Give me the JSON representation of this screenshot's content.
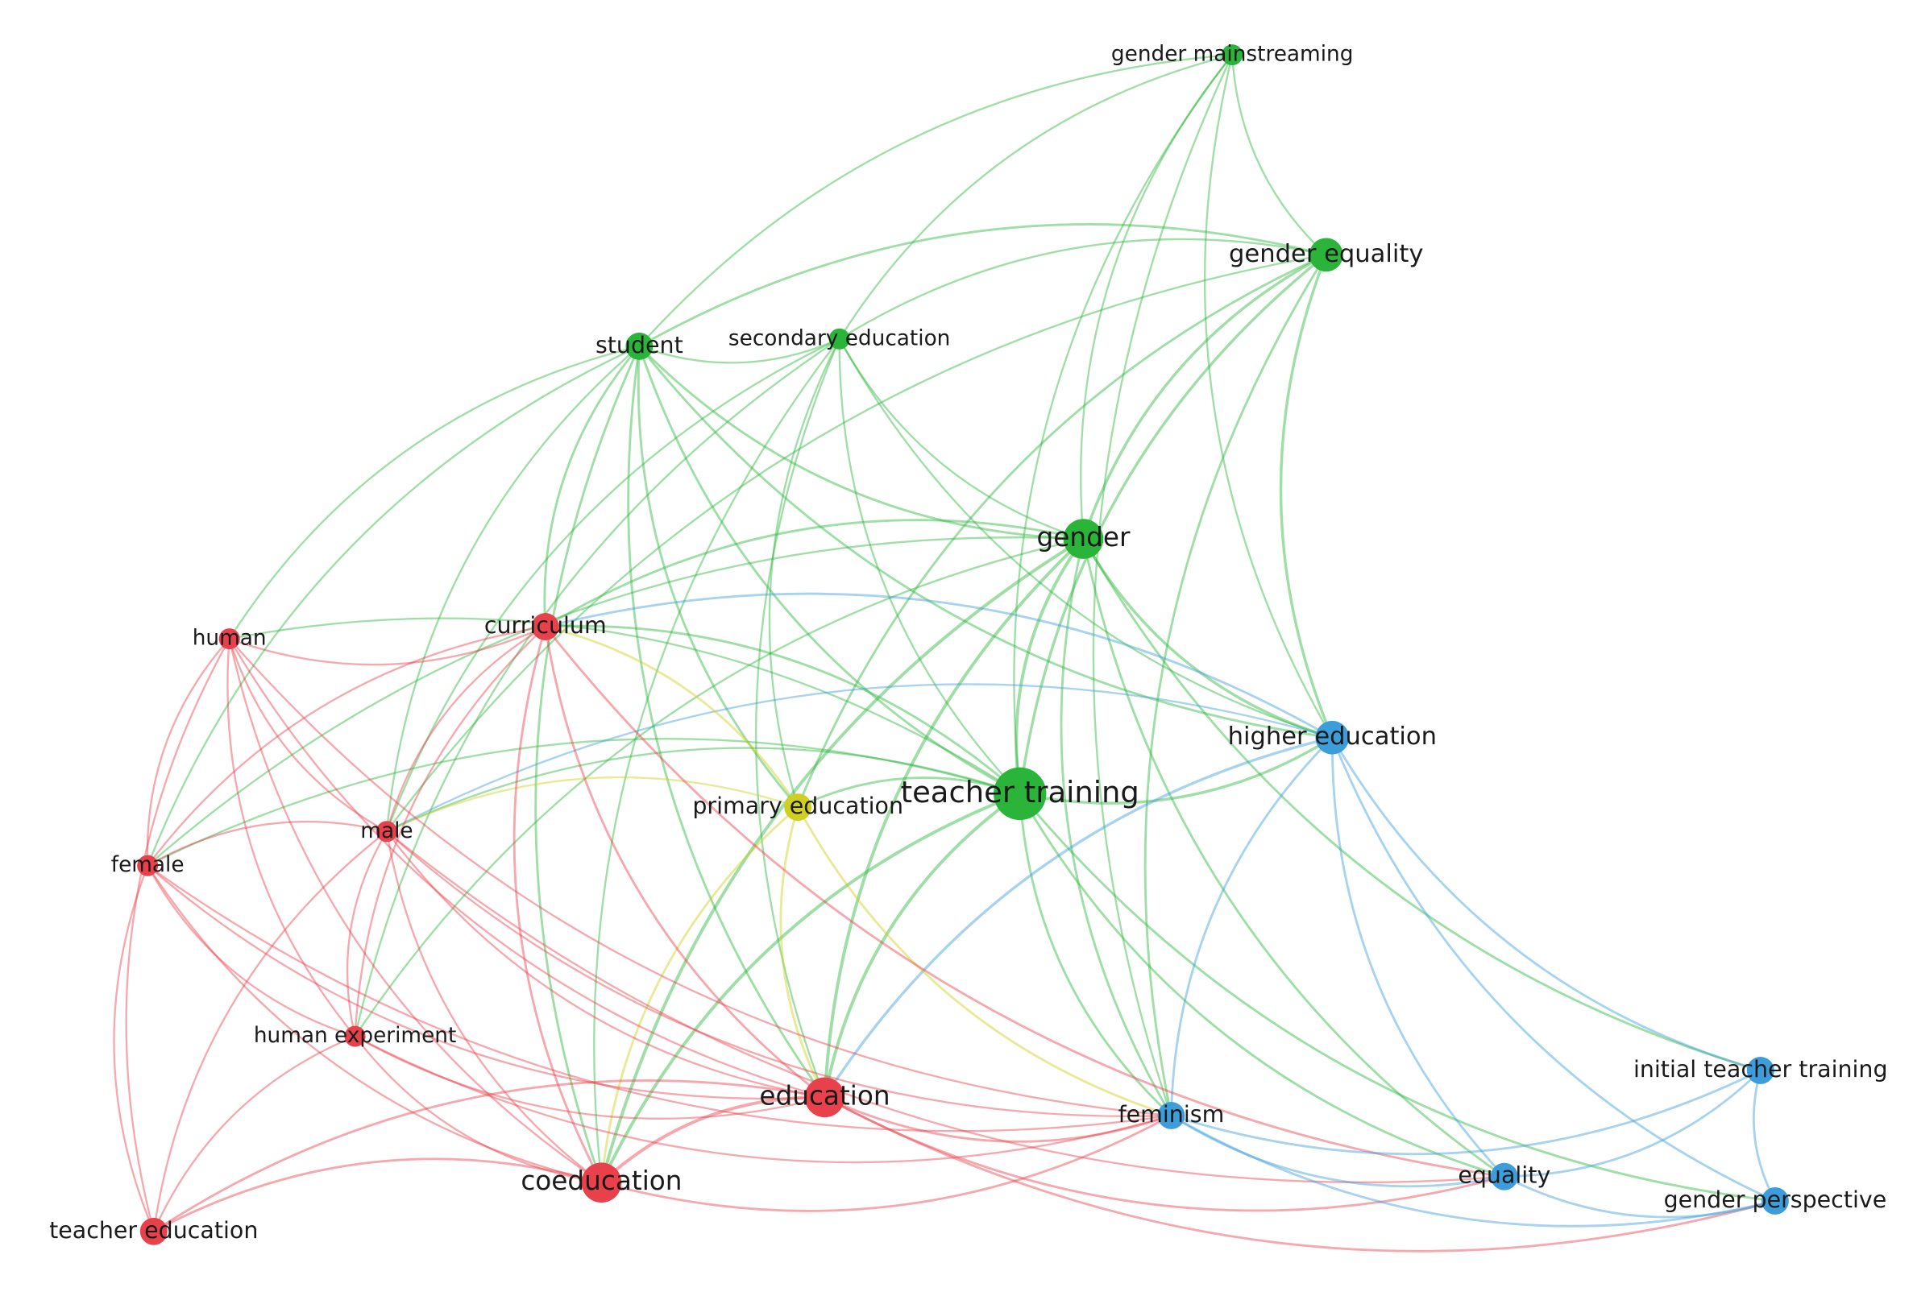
{
  "title": "Keyword co-occurrence network",
  "colors": {
    "red": "#e8414b",
    "green": "#2ab53a",
    "blue": "#3d9ddb",
    "yellow": "#cfcf1f"
  },
  "nodes": [
    {
      "id": "gender_mainstreaming",
      "label": "gender mainstreaming",
      "cluster": "green",
      "weight": 1
    },
    {
      "id": "gender_equality",
      "label": "gender equality",
      "cluster": "green",
      "weight": 3
    },
    {
      "id": "student",
      "label": "student",
      "cluster": "green",
      "weight": 2
    },
    {
      "id": "secondary_education",
      "label": "secondary education",
      "cluster": "green",
      "weight": 1
    },
    {
      "id": "gender",
      "label": "gender",
      "cluster": "green",
      "weight": 4
    },
    {
      "id": "teacher_training",
      "label": "teacher training",
      "cluster": "green",
      "weight": 6
    },
    {
      "id": "higher_education",
      "label": "higher education",
      "cluster": "blue",
      "weight": 3
    },
    {
      "id": "primary_education",
      "label": "primary education",
      "cluster": "yellow",
      "weight": 2
    },
    {
      "id": "human",
      "label": "human",
      "cluster": "red",
      "weight": 1
    },
    {
      "id": "curriculum",
      "label": "curriculum",
      "cluster": "red",
      "weight": 2
    },
    {
      "id": "male",
      "label": "male",
      "cluster": "red",
      "weight": 1
    },
    {
      "id": "female",
      "label": "female",
      "cluster": "red",
      "weight": 1
    },
    {
      "id": "human_experiment",
      "label": "human experiment",
      "cluster": "red",
      "weight": 1
    },
    {
      "id": "education",
      "label": "education",
      "cluster": "red",
      "weight": 4
    },
    {
      "id": "coeducation",
      "label": "coeducation",
      "cluster": "red",
      "weight": 4
    },
    {
      "id": "teacher_education",
      "label": "teacher education",
      "cluster": "red",
      "weight": 2
    },
    {
      "id": "feminism",
      "label": "feminism",
      "cluster": "blue",
      "weight": 2
    },
    {
      "id": "equality",
      "label": "equality",
      "cluster": "blue",
      "weight": 2
    },
    {
      "id": "initial_teacher_training",
      "label": "initial teacher training",
      "cluster": "blue",
      "weight": 2
    },
    {
      "id": "gender_perspective",
      "label": "gender perspective",
      "cluster": "blue",
      "weight": 2
    }
  ],
  "links": [
    [
      "gender_mainstreaming",
      "gender_equality"
    ],
    [
      "gender_mainstreaming",
      "student"
    ],
    [
      "gender_mainstreaming",
      "secondary_education"
    ],
    [
      "gender_mainstreaming",
      "gender"
    ],
    [
      "gender_mainstreaming",
      "teacher_training"
    ],
    [
      "gender_mainstreaming",
      "feminism"
    ],
    [
      "gender_mainstreaming",
      "higher_education"
    ],
    [
      "gender_equality",
      "student"
    ],
    [
      "gender_equality",
      "secondary_education"
    ],
    [
      "gender_equality",
      "gender"
    ],
    [
      "gender_equality",
      "teacher_training"
    ],
    [
      "gender_equality",
      "higher_education"
    ],
    [
      "gender_equality",
      "male"
    ],
    [
      "gender_equality",
      "primary_education"
    ],
    [
      "gender_equality",
      "feminism"
    ],
    [
      "student",
      "secondary_education"
    ],
    [
      "student",
      "gender"
    ],
    [
      "student",
      "teacher_training"
    ],
    [
      "student",
      "human"
    ],
    [
      "student",
      "male"
    ],
    [
      "student",
      "female"
    ],
    [
      "student",
      "coeducation"
    ],
    [
      "student",
      "education"
    ],
    [
      "student",
      "higher_education"
    ],
    [
      "student",
      "primary_education"
    ],
    [
      "student",
      "curriculum"
    ],
    [
      "secondary_education",
      "gender"
    ],
    [
      "secondary_education",
      "teacher_training"
    ],
    [
      "secondary_education",
      "education"
    ],
    [
      "secondary_education",
      "coeducation"
    ],
    [
      "secondary_education",
      "higher_education"
    ],
    [
      "secondary_education",
      "male"
    ],
    [
      "secondary_education",
      "human_experiment"
    ],
    [
      "secondary_education",
      "primary_education"
    ],
    [
      "gender",
      "teacher_training"
    ],
    [
      "gender",
      "higher_education"
    ],
    [
      "gender",
      "curriculum"
    ],
    [
      "gender",
      "education"
    ],
    [
      "gender",
      "coeducation"
    ],
    [
      "gender",
      "feminism"
    ],
    [
      "gender",
      "equality"
    ],
    [
      "gender",
      "female"
    ],
    [
      "gender",
      "human_experiment"
    ],
    [
      "gender",
      "initial_teacher_training"
    ],
    [
      "teacher_training",
      "higher_education"
    ],
    [
      "teacher_training",
      "primary_education"
    ],
    [
      "teacher_training",
      "education"
    ],
    [
      "teacher_training",
      "coeducation"
    ],
    [
      "teacher_training",
      "feminism"
    ],
    [
      "teacher_training",
      "equality"
    ],
    [
      "teacher_training",
      "human"
    ],
    [
      "teacher_training",
      "male"
    ],
    [
      "teacher_training",
      "female"
    ],
    [
      "teacher_training",
      "curriculum"
    ],
    [
      "teacher_training",
      "gender_perspective"
    ],
    [
      "higher_education",
      "feminism"
    ],
    [
      "higher_education",
      "equality"
    ],
    [
      "higher_education",
      "initial_teacher_training"
    ],
    [
      "higher_education",
      "gender_perspective"
    ],
    [
      "higher_education",
      "curriculum"
    ],
    [
      "higher_education",
      "male"
    ],
    [
      "higher_education",
      "education"
    ],
    [
      "primary_education",
      "male"
    ],
    [
      "primary_education",
      "education"
    ],
    [
      "primary_education",
      "coeducation"
    ],
    [
      "primary_education",
      "curriculum"
    ],
    [
      "primary_education",
      "feminism"
    ],
    [
      "human",
      "curriculum"
    ],
    [
      "human",
      "male"
    ],
    [
      "human",
      "female"
    ],
    [
      "human",
      "human_experiment"
    ],
    [
      "human",
      "education"
    ],
    [
      "human",
      "coeducation"
    ],
    [
      "human",
      "teacher_education"
    ],
    [
      "human",
      "feminism"
    ],
    [
      "curriculum",
      "male"
    ],
    [
      "curriculum",
      "female"
    ],
    [
      "curriculum",
      "education"
    ],
    [
      "curriculum",
      "coeducation"
    ],
    [
      "curriculum",
      "human_experiment"
    ],
    [
      "curriculum",
      "equality"
    ],
    [
      "male",
      "female"
    ],
    [
      "male",
      "human_experiment"
    ],
    [
      "male",
      "education"
    ],
    [
      "male",
      "coeducation"
    ],
    [
      "male",
      "teacher_education"
    ],
    [
      "male",
      "feminism"
    ],
    [
      "male",
      "equality"
    ],
    [
      "female",
      "human_experiment"
    ],
    [
      "female",
      "education"
    ],
    [
      "female",
      "coeducation"
    ],
    [
      "female",
      "teacher_education"
    ],
    [
      "female",
      "feminism"
    ],
    [
      "human_experiment",
      "education"
    ],
    [
      "human_experiment",
      "coeducation"
    ],
    [
      "human_experiment",
      "teacher_education"
    ],
    [
      "human_experiment",
      "feminism"
    ],
    [
      "education",
      "coeducation"
    ],
    [
      "education",
      "teacher_education"
    ],
    [
      "education",
      "feminism"
    ],
    [
      "education",
      "equality"
    ],
    [
      "education",
      "gender_perspective"
    ],
    [
      "coeducation",
      "teacher_education"
    ],
    [
      "coeducation",
      "feminism"
    ],
    [
      "feminism",
      "equality"
    ],
    [
      "feminism",
      "initial_teacher_training"
    ],
    [
      "feminism",
      "gender_perspective"
    ],
    [
      "equality",
      "initial_teacher_training"
    ],
    [
      "equality",
      "gender_perspective"
    ],
    [
      "initial_teacher_training",
      "gender_perspective"
    ]
  ]
}
